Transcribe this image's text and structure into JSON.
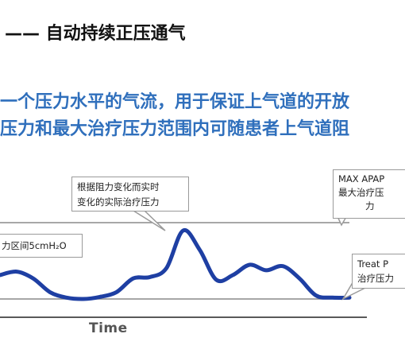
{
  "slide": {
    "title": "—— 自动持续正压通气",
    "subtitle_lines": [
      "一个压力水平的气流，用于保证上气道的开放",
      "压力和最大治疗压力范围内可随患者上气道阻"
    ]
  },
  "callouts": {
    "peak": {
      "line1": "根据阻力变化而实时",
      "line2": "变化的实际治疗压力"
    },
    "max": {
      "line1": "MAX APAP",
      "line2": "最大治疗压",
      "line3": "力"
    },
    "treat": {
      "line1": "Treat P",
      "line2": "治疗压力"
    },
    "range": {
      "text": "力区间5cmH₂O"
    }
  },
  "chart_data": {
    "type": "line",
    "xlabel": "Time",
    "ylabel": "",
    "series": [
      {
        "values": [
          0.35,
          0.4,
          0.3,
          0.1,
          0.02,
          0.0,
          0.03,
          0.1,
          0.3,
          0.32,
          0.45,
          1.0,
          0.72,
          0.28,
          0.35,
          0.5,
          0.42,
          0.48,
          0.3,
          0.05,
          0.02,
          0.02
        ]
      }
    ],
    "reference_lines": [
      "MAX APAP",
      "Treat P"
    ],
    "colors": {
      "line": "#1e3fa3",
      "reference": "#8a8a8a",
      "axis": "#222222",
      "subtitle": "#2f6fbc"
    }
  }
}
